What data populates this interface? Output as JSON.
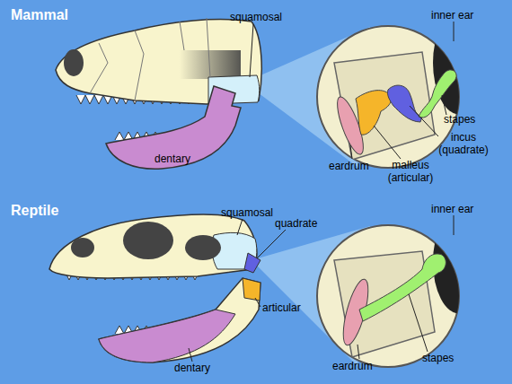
{
  "diagram": {
    "labels": [
      "Mammal",
      "squamosal",
      "inner ear",
      "stapes",
      "incus (quadrate)",
      "eardrum",
      "malleus (articular)",
      "dentary",
      "Reptile",
      "squamosal",
      "quadrate",
      "inner ear",
      "articular",
      "eardrum",
      "stapes",
      "dentary"
    ]
  }
}
